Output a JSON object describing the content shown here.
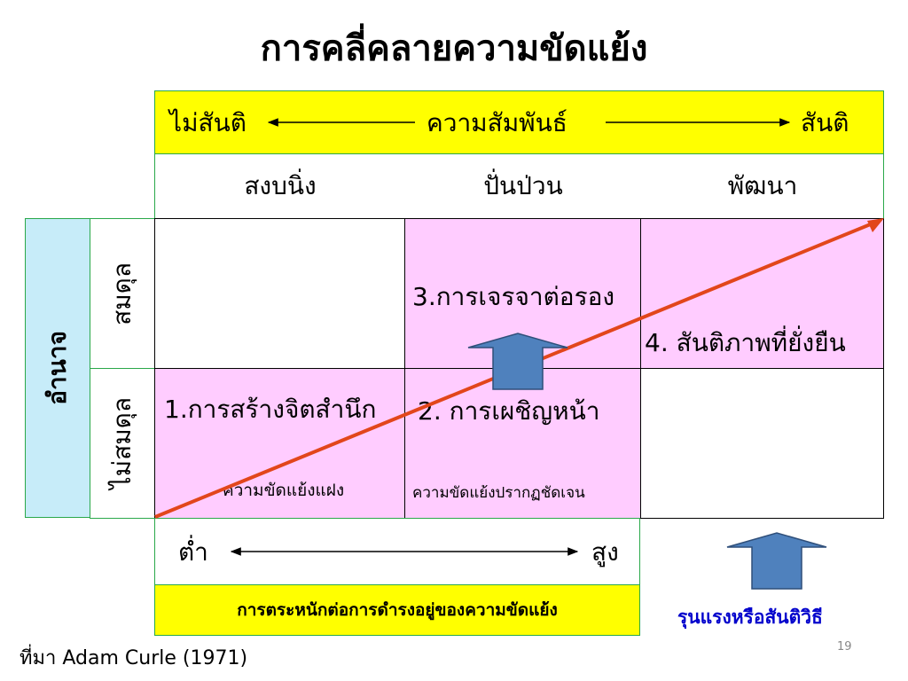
{
  "title": "การคลี่คลายความขัดแย้ง",
  "relationship_bar": {
    "left": "ไม่สันติ",
    "center": "ความสัมพันธ์",
    "right": "สันติ"
  },
  "stages": [
    "สงบนิ่ง",
    "ปั่นป่วน",
    "พัฒนา"
  ],
  "power": {
    "label": "อำนาจ",
    "balanced": "สมดุล",
    "unbalanced": "ไม่สมดุล"
  },
  "cells": {
    "negotiation": "3.การเจรจาต่อรอง",
    "sustainable_peace": "4. สันติภาพที่ยั่งยืน",
    "awareness": "1.การสร้างจิตสำนึก",
    "confrontation": "2. การเผชิญหน้า",
    "hidden_conflict": "ความขัดแย้งแฝง",
    "open_conflict": "ความขัดแย้งปรากฏชัดเจน"
  },
  "awareness_axis": {
    "low": "ต่ำ",
    "high": "สูง",
    "label": "การตระหนักต่อการดำรงอยู่ของความขัดแย้ง"
  },
  "violence_label": "รุนแรงหรือสันติวิธี",
  "source": "ที่มา Adam Curle (1971)",
  "slide_number": "19",
  "colors": {
    "yellow": "#ffff00",
    "pink": "#ffccff",
    "cyan": "#c7ecf9",
    "green_border": "#2aa84a",
    "trend_line": "#e2461b",
    "arrow_fill": "#4f81bd",
    "arrow_stroke": "#2f4f7a",
    "violence_text": "#0000cc"
  }
}
